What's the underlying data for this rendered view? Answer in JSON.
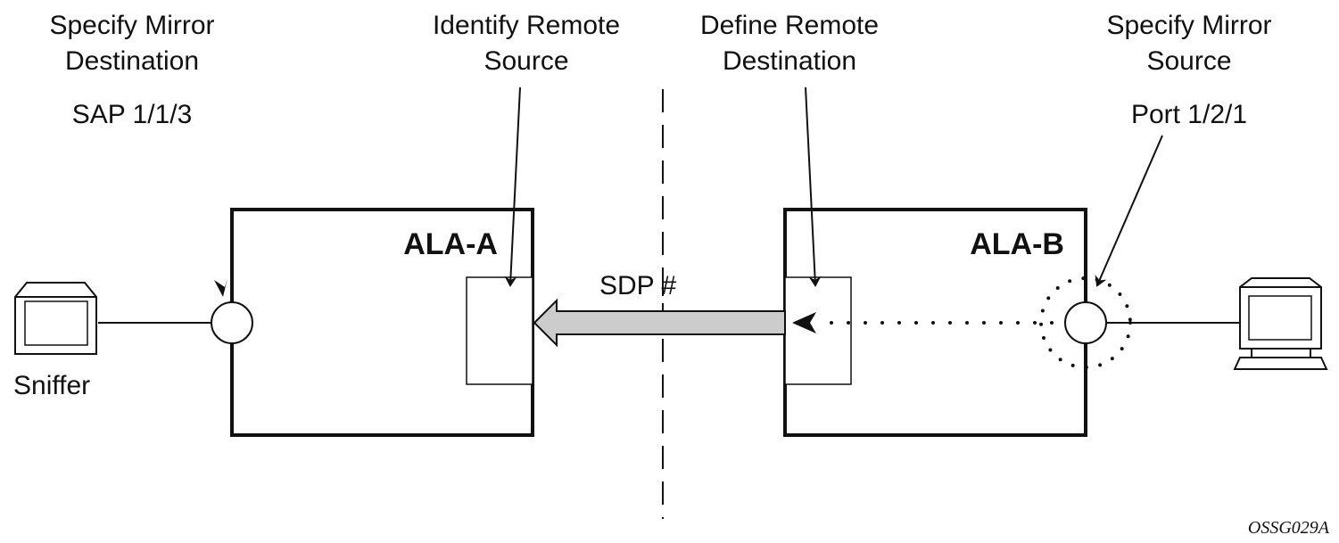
{
  "labels": {
    "specify_mirror_destination_1": "Specify Mirror",
    "specify_mirror_destination_2": "Destination",
    "sap": "SAP 1/1/3",
    "identify_remote_source_1": "Identify Remote",
    "identify_remote_source_2": "Source",
    "define_remote_destination_1": "Define Remote",
    "define_remote_destination_2": "Destination",
    "specify_mirror_source_1": "Specify Mirror",
    "specify_mirror_source_2": "Source",
    "port": "Port 1/2/1",
    "ala_a": "ALA-A",
    "ala_b": "ALA-B",
    "sdp": "SDP #",
    "sniffer": "Sniffer",
    "figure_id": "OSSG029A"
  },
  "colors": {
    "line": "#111111",
    "arrow_fill": "#cccccc"
  }
}
